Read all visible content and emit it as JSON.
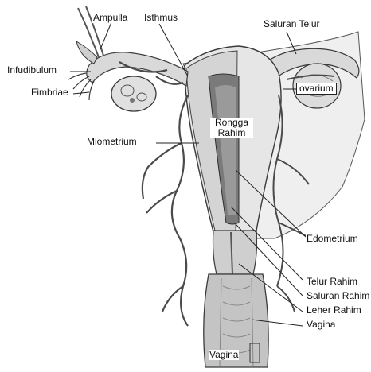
{
  "labels": {
    "ampulla": "Ampulla",
    "isthmus": "Isthmus",
    "saluran_telur": "Saluran Telur",
    "infudibulum": "Infudibulum",
    "fimbriae": "Fimbriae",
    "ovarium": "ovarium",
    "miometrium": "Miometrium",
    "rongga_rahim_line1": "Rongga",
    "rongga_rahim_line2": "Rahim",
    "edometrium": "Edometrium",
    "telur_rahim": "Telur Rahim",
    "saluran_rahim": "Saluran Rahim",
    "leher_rahim": "Leher Rahim",
    "vagina_right": "Vagina",
    "vagina_bottom": "Vagina"
  },
  "colors": {
    "tissue_fill": "#e6e6e6",
    "tissue_dark": "#9a9a9a",
    "outline": "#3a3a3a",
    "leader_line": "#222222",
    "vessel": "#4a4a4a"
  }
}
